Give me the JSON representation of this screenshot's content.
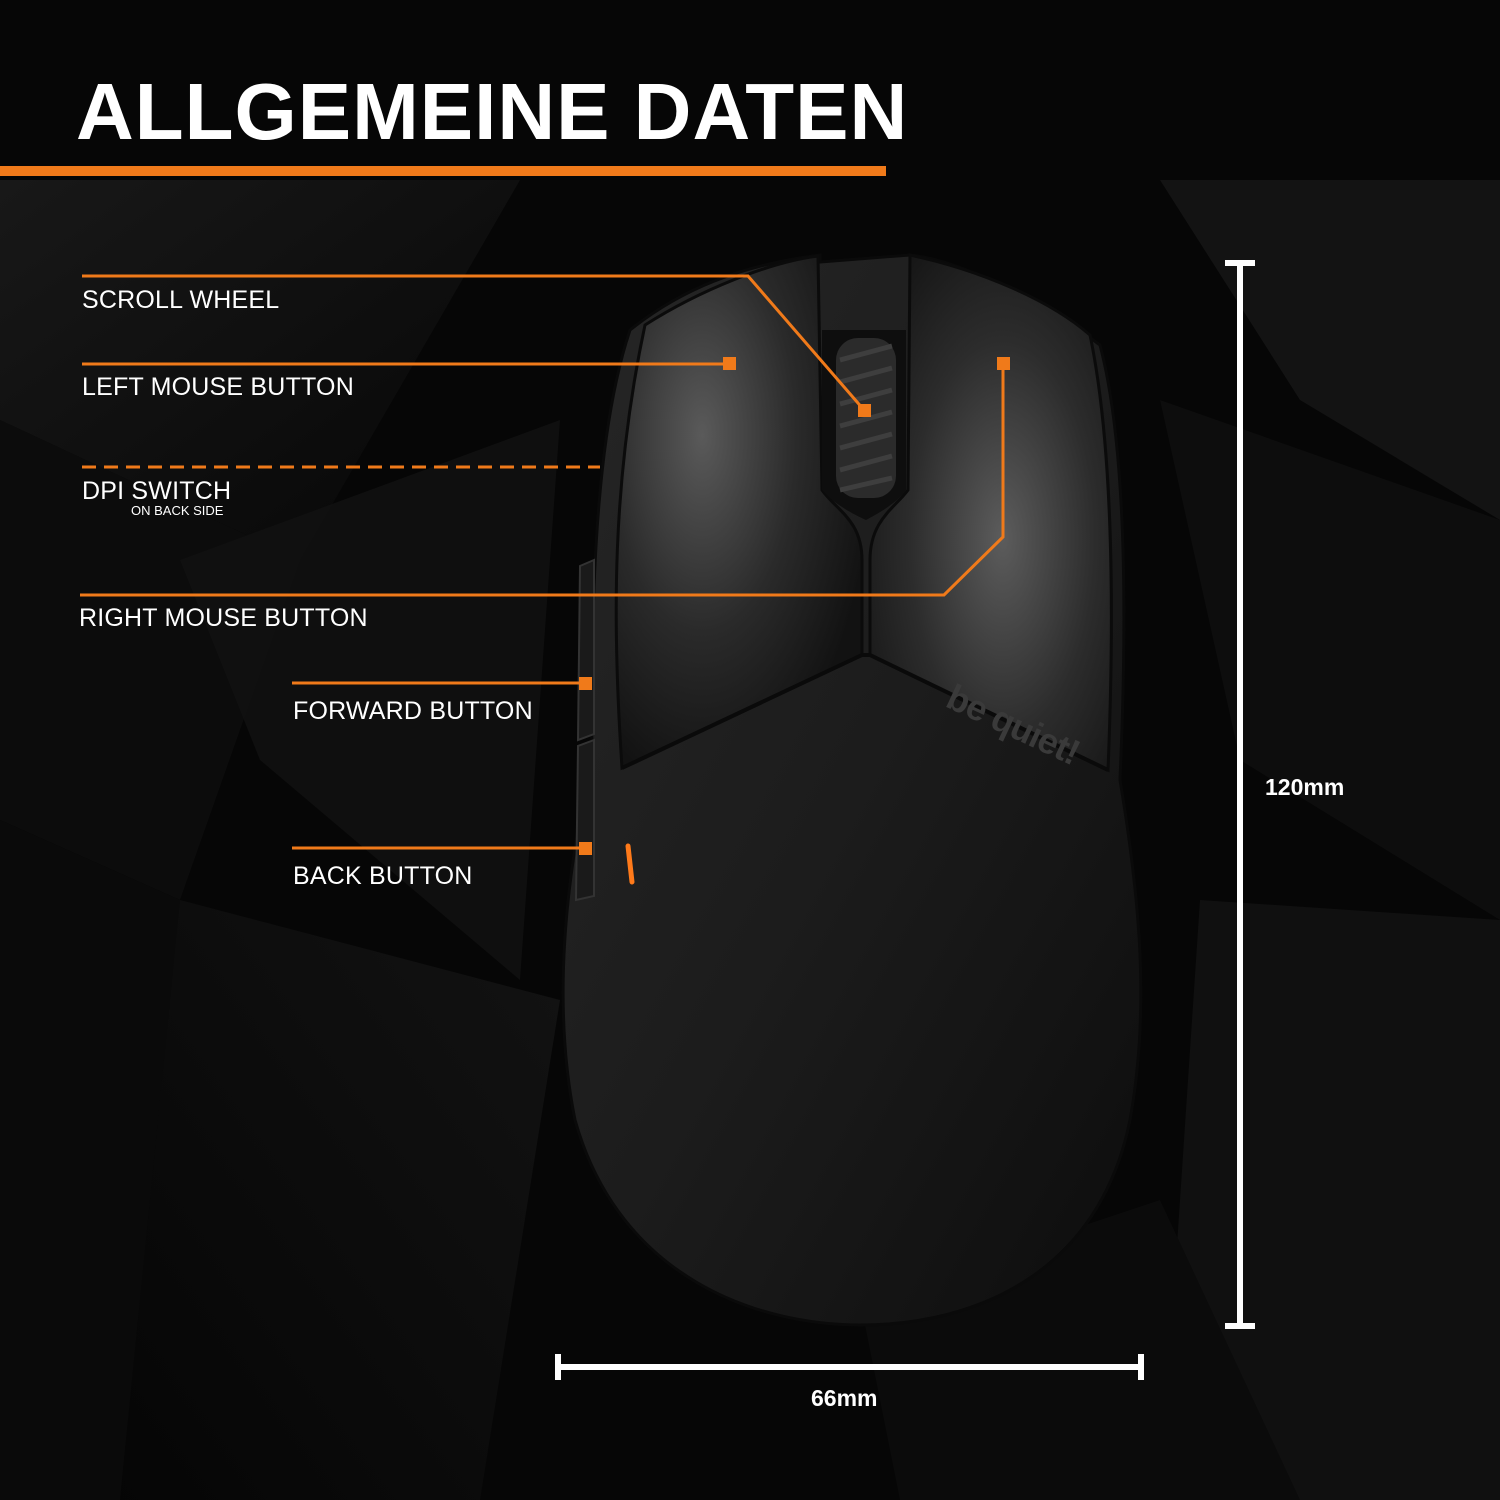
{
  "title": "ALLGEMEINE DATEN",
  "accent_color": "#f07a1a",
  "callouts": {
    "scroll_wheel": "SCROLL WHEEL",
    "left_mouse_button": "LEFT MOUSE BUTTON",
    "dpi_switch": "DPI SWITCH",
    "dpi_switch_note": "ON BACK SIDE",
    "right_mouse_button": "RIGHT MOUSE BUTTON",
    "forward_button": "FORWARD BUTTON",
    "back_button": "BACK BUTTON"
  },
  "dimensions": {
    "length": "120mm",
    "width": "66mm"
  },
  "brand": "be quiet!"
}
